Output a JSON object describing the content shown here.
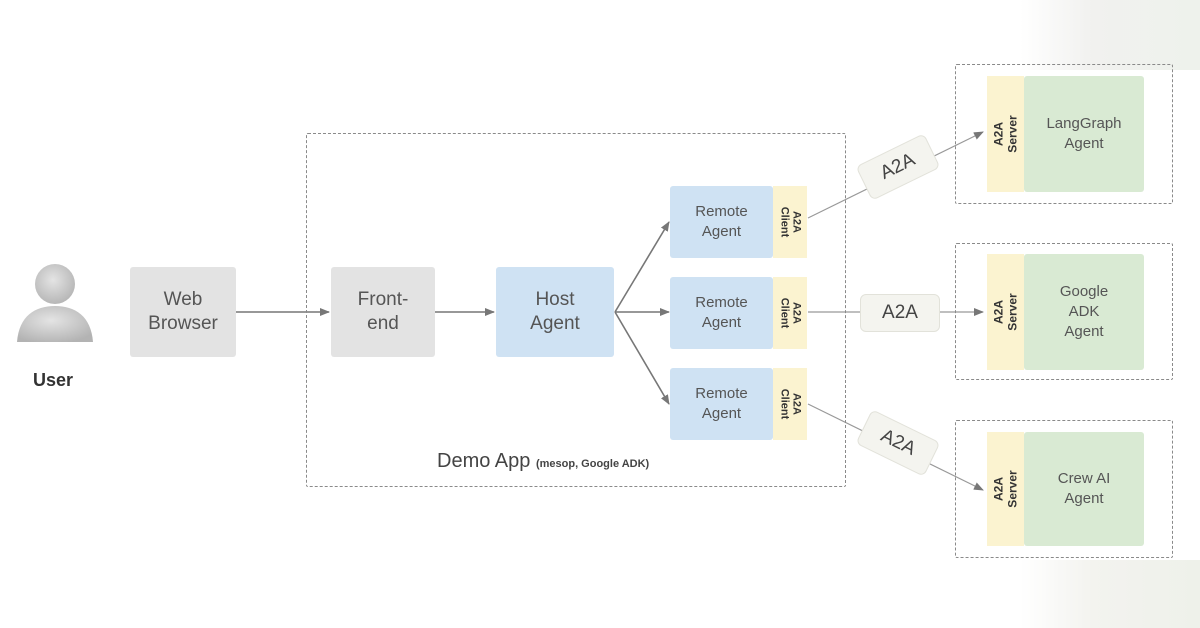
{
  "user": {
    "label": "User"
  },
  "web_browser": {
    "label": "Web\nBrowser"
  },
  "frontend": {
    "label": "Front-\nend"
  },
  "host_agent": {
    "label": "Host\nAgent"
  },
  "demo_app": {
    "title": "Demo App",
    "subtitle": "(mesop, Google ADK)"
  },
  "remote_agents": [
    {
      "label": "Remote\nAgent",
      "client": "A2A\nClient"
    },
    {
      "label": "Remote\nAgent",
      "client": "A2A\nClient"
    },
    {
      "label": "Remote\nAgent",
      "client": "A2A\nClient"
    }
  ],
  "protocol_labels": [
    "A2A",
    "A2A",
    "A2A"
  ],
  "external_agents": [
    {
      "server": "A2A\nServer",
      "label": "LangGraph\nAgent"
    },
    {
      "server": "A2A\nServer",
      "label": "Google\nADK\nAgent"
    },
    {
      "server": "A2A\nServer",
      "label": "Crew AI\nAgent"
    }
  ],
  "colors": {
    "gray_box": "#e3e3e3",
    "blue_box": "#cfe2f3",
    "yellow_box": "#fbf3d0",
    "green_box": "#d9ead3",
    "connector": "#777777"
  },
  "icons": {
    "user": "person-silhouette-icon"
  }
}
